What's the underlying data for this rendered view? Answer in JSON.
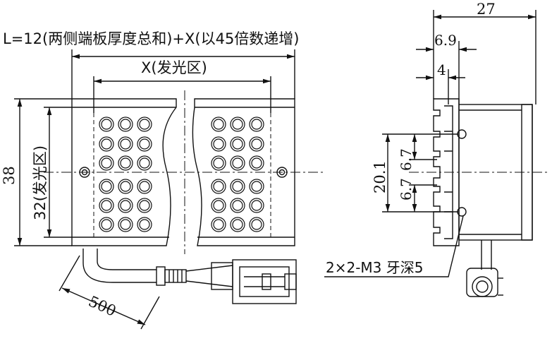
{
  "labels": {
    "length_formula": "L=12(两侧端板厚度总和)+X(以45倍数递增)",
    "emit_zone_x": "X(发光区)",
    "height_38": "38",
    "emit_zone_height": "32(发光区)",
    "cable_length": "500",
    "side_width": "27",
    "dim_69": "6.9",
    "dim_4": "4",
    "dim_201": "20.1",
    "dim_67a": "6.7",
    "dim_67b": "6.7",
    "mount_holes": "2×2-M3 牙深5"
  },
  "led_grid": {
    "columns_per_block": 3,
    "rows_per_block": 6,
    "blocks": 2
  }
}
